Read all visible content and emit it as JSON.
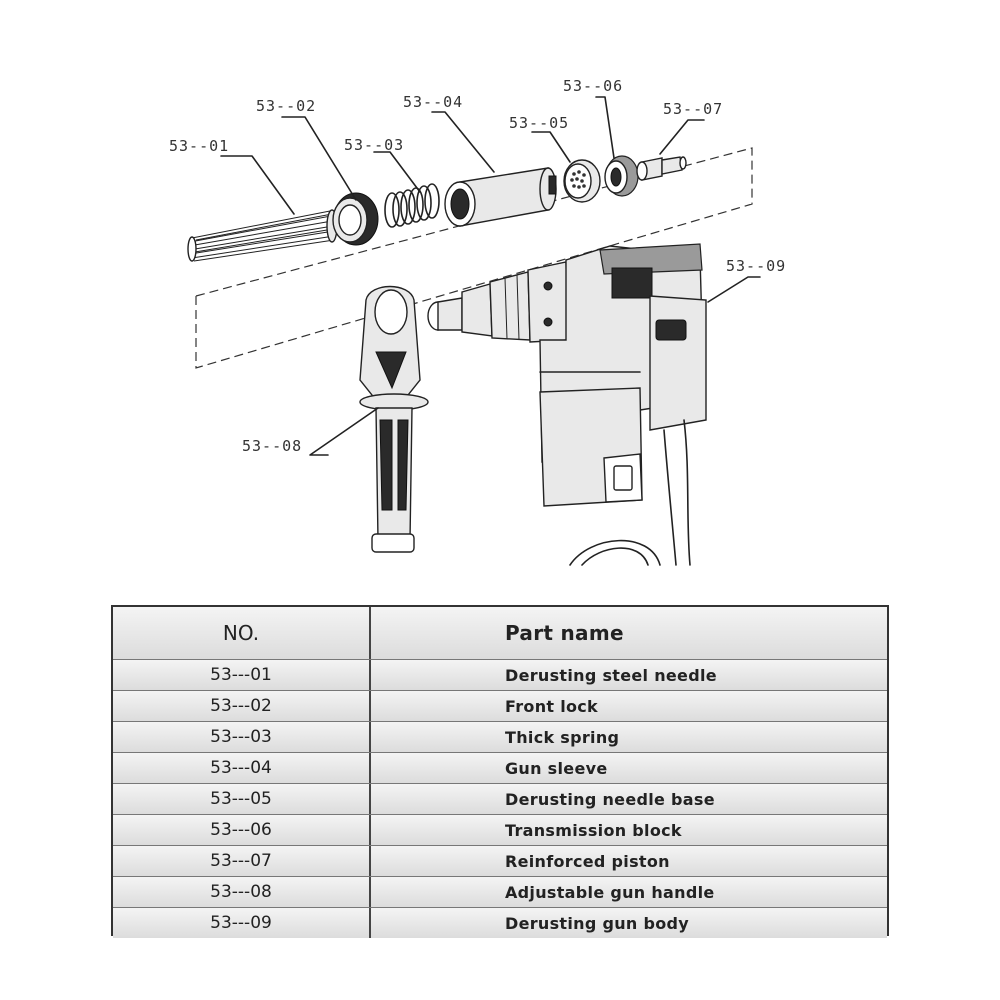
{
  "diagram": {
    "callouts": [
      {
        "id": "c01",
        "text": "53--01"
      },
      {
        "id": "c02",
        "text": "53--02"
      },
      {
        "id": "c03",
        "text": "53--03"
      },
      {
        "id": "c04",
        "text": "53--04"
      },
      {
        "id": "c05",
        "text": "53--05"
      },
      {
        "id": "c06",
        "text": "53--06"
      },
      {
        "id": "c07",
        "text": "53--07"
      },
      {
        "id": "c08",
        "text": "53--08"
      },
      {
        "id": "c09",
        "text": "53--09"
      }
    ]
  },
  "table": {
    "header": {
      "no": "NO.",
      "name": "Part name"
    },
    "rows": [
      {
        "no": "53---01",
        "name": "Derusting steel needle"
      },
      {
        "no": "53---02",
        "name": "Front lock"
      },
      {
        "no": "53---03",
        "name": "Thick spring"
      },
      {
        "no": "53---04",
        "name": "Gun sleeve"
      },
      {
        "no": "53---05",
        "name": "Derusting needle base"
      },
      {
        "no": "53---06",
        "name": "Transmission block"
      },
      {
        "no": "53---07",
        "name": "Reinforced piston"
      },
      {
        "no": "53---08",
        "name": "Adjustable gun handle"
      },
      {
        "no": "53---09",
        "name": "Derusting gun body"
      }
    ]
  }
}
